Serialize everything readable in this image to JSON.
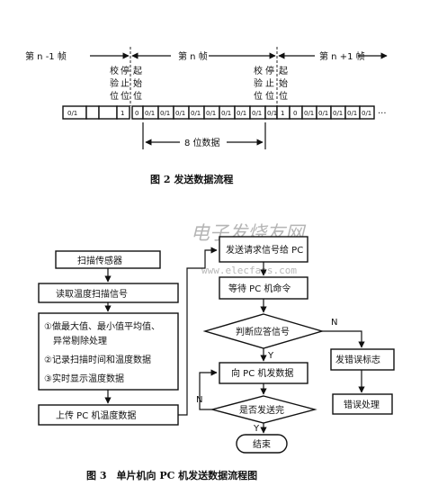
{
  "fig2": {
    "frame_prev": "第 n -1 帧",
    "frame_curr": "第 n 帧",
    "frame_next": "第 n +1 帧",
    "label_check": [
      "校",
      "验",
      "位"
    ],
    "label_stop": [
      "停",
      "止",
      "位"
    ],
    "label_start": [
      "起",
      "始",
      "位"
    ],
    "bit_01": "0/1",
    "bit_one": "1",
    "bit_zero": "0",
    "ellipsis": "···",
    "data_bits": "8 位数据",
    "caption": "图 2 发送数据流程"
  },
  "fig3": {
    "scan_sensor": "扫描传感器",
    "read_signal": "读取温度扫描信号",
    "process_lines": [
      "①做最大值、最小值平均值、",
      "异常剔除处理",
      "②记录扫描时间和温度数据",
      "③实时显示温度数据"
    ],
    "upload": "上传 PC 机温度数据",
    "send_request": "发送请求信号给 PC",
    "wait_cmd": "等待 PC 机命令",
    "judge": "判断应答信号",
    "send_data": "向 PC 机发数据",
    "sent_done": "是否发送完",
    "end": "结束",
    "error_flag": "发错误标志",
    "error_proc": "错误处理",
    "yes": "Y",
    "no": "N",
    "caption": "图 3　单片机向 PC 机发送数据流程图"
  },
  "watermark": {
    "title": "电子发烧友网",
    "url": "www.elecfans.com"
  }
}
